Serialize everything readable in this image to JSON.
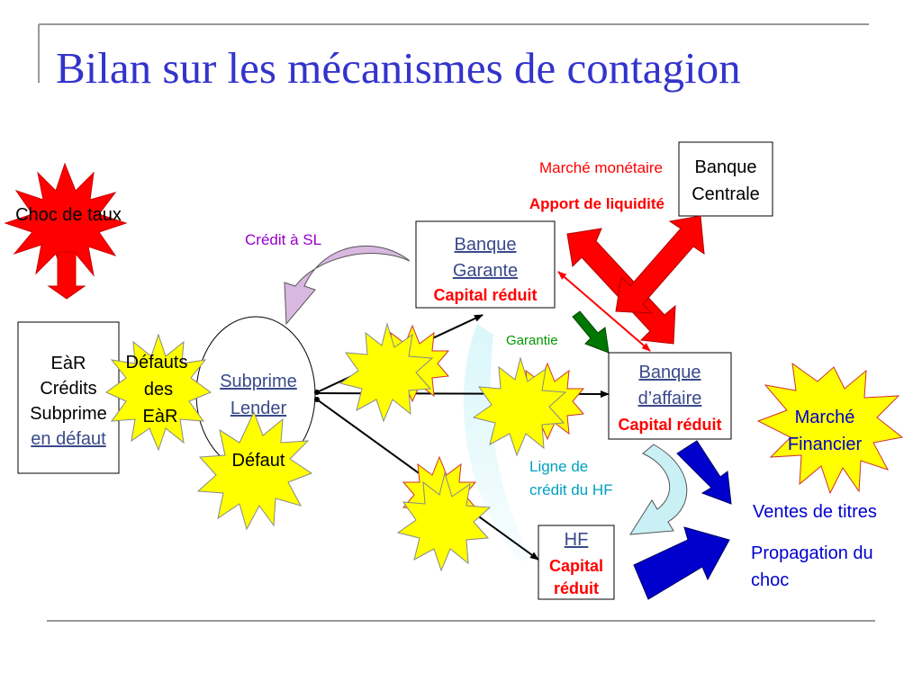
{
  "title": "Bilan sur les mécanismes de contagion",
  "colors": {
    "title": "#3333cc",
    "red_arrow": "#ff0000",
    "burst_red": "#ff0000",
    "burst_yellow": "#ffff00",
    "purple_text": "#9900cc",
    "green_text": "#009900",
    "cyan_text": "#00a0c0",
    "blue_text": "#0000cc",
    "blue_arrow": "#0000cc",
    "green_arrow": "#006600",
    "light_cyan": "#c8f0f5",
    "lavender": "#d8b8e0"
  },
  "nodes": {
    "choc": "Choc de taux",
    "ear_box": {
      "line1": "EàR",
      "line2": "Crédits",
      "line3": "Subprime",
      "link": "en défaut"
    },
    "defauts_ear": {
      "line1": "Défauts",
      "line2": "des",
      "line3": "EàR"
    },
    "subprime_lender": {
      "line1": "Subprime",
      "line2": "Lender"
    },
    "defaut": "Défaut",
    "banque_garante": {
      "line1": "Banque ",
      "line2": "Garante",
      "sub": "Capital réduit"
    },
    "banque_affaire": {
      "line1": "Banque ",
      "line2": "d’affaire ",
      "sub": "Capital réduit"
    },
    "hf": {
      "line1": "HF",
      "sub1": "Capital",
      "sub2": " réduit"
    },
    "banque_centrale": {
      "line1": "Banque",
      "line2": "Centrale"
    },
    "marche_financier": {
      "line1": "Marché",
      "line2": "Financier"
    }
  },
  "labels": {
    "marche_monetaire": "Marché monétaire",
    "apport_liquidite": "Apport de liquidité",
    "credit_sl": "Crédit à SL",
    "garantie": "Garantie",
    "ligne_credit_1": "Ligne de",
    "ligne_credit_2": "crédit du HF",
    "ventes_titres": "Ventes de titres",
    "propagation_1": "Propagation du",
    "propagation_2": "choc"
  },
  "icons": {
    "choc": "explosion-burst-icon",
    "defaults": "explosion-burst-icon",
    "marche": "explosion-burst-icon"
  }
}
